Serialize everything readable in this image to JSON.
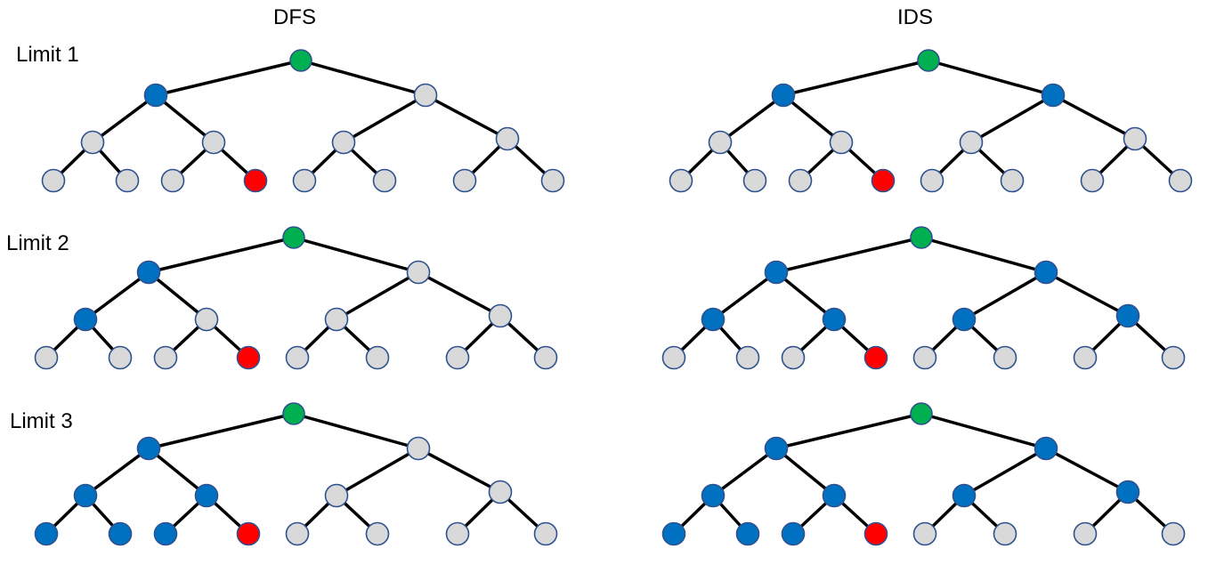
{
  "columns": [
    "DFS",
    "IDS"
  ],
  "rows": [
    {
      "label": "Limit 1",
      "panels": [
        {
          "root": "green",
          "level1": [
            "blue",
            "gray"
          ],
          "level2": [
            "gray",
            "gray",
            "gray",
            "gray"
          ],
          "level3": [
            "gray",
            "gray",
            "gray",
            "red",
            "gray",
            "gray",
            "gray",
            "gray"
          ]
        },
        {
          "root": "green",
          "level1": [
            "blue",
            "blue"
          ],
          "level2": [
            "gray",
            "gray",
            "gray",
            "gray"
          ],
          "level3": [
            "gray",
            "gray",
            "gray",
            "red",
            "gray",
            "gray",
            "gray",
            "gray"
          ]
        }
      ]
    },
    {
      "label": "Limit 2",
      "panels": [
        {
          "root": "green",
          "level1": [
            "blue",
            "gray"
          ],
          "level2": [
            "blue",
            "gray",
            "gray",
            "gray"
          ],
          "level3": [
            "gray",
            "gray",
            "gray",
            "red",
            "gray",
            "gray",
            "gray",
            "gray"
          ]
        },
        {
          "root": "green",
          "level1": [
            "blue",
            "blue"
          ],
          "level2": [
            "blue",
            "blue",
            "blue",
            "blue"
          ],
          "level3": [
            "gray",
            "gray",
            "gray",
            "red",
            "gray",
            "gray",
            "gray",
            "gray"
          ]
        }
      ]
    },
    {
      "label": "Limit 3",
      "panels": [
        {
          "root": "green",
          "level1": [
            "blue",
            "gray"
          ],
          "level2": [
            "blue",
            "blue",
            "gray",
            "gray"
          ],
          "level3": [
            "blue",
            "blue",
            "blue",
            "red",
            "gray",
            "gray",
            "gray",
            "gray"
          ]
        },
        {
          "root": "green",
          "level1": [
            "blue",
            "blue"
          ],
          "level2": [
            "blue",
            "blue",
            "blue",
            "blue"
          ],
          "level3": [
            "blue",
            "blue",
            "blue",
            "red",
            "gray",
            "gray",
            "gray",
            "gray"
          ]
        }
      ]
    }
  ],
  "colors": {
    "green": "#00b050",
    "blue": "#0070c0",
    "gray": "#d9d9d9",
    "red": "#ff0000",
    "outline": "#2f528f",
    "edge": "#000000"
  }
}
